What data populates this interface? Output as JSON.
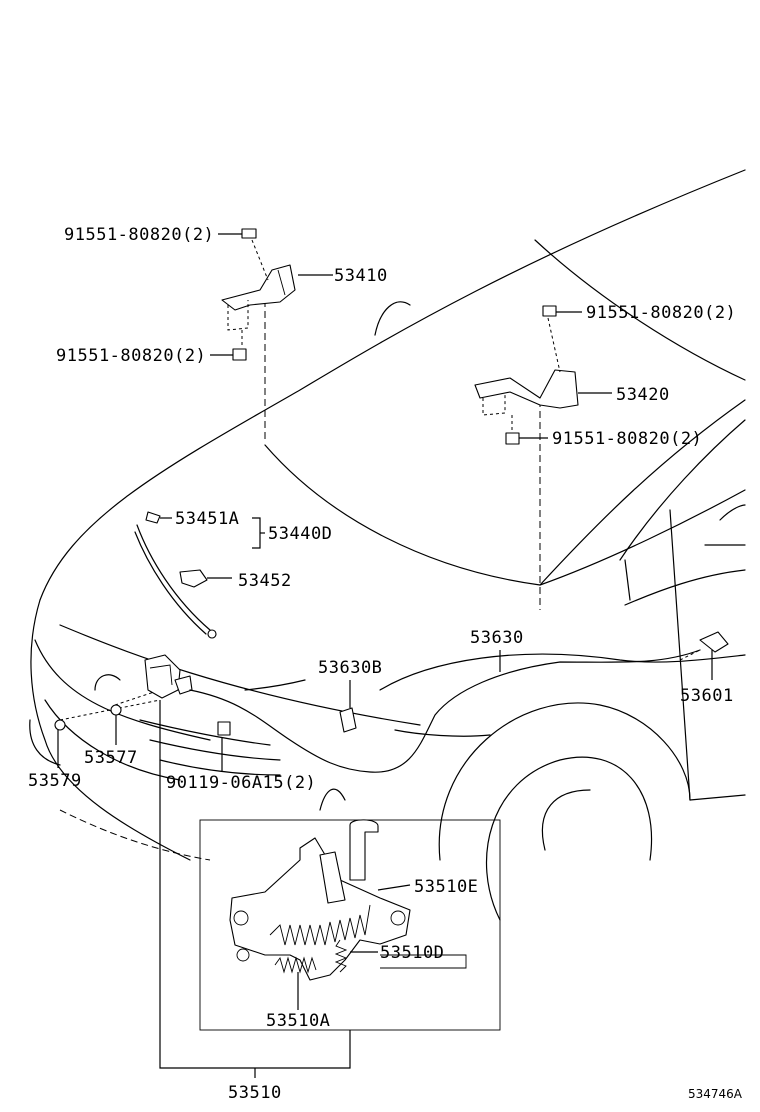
{
  "labels": {
    "bolt_top_left": "91551-80820(2)",
    "hinge_left": "53410",
    "bolt_mid_left": "91551-80820(2)",
    "bolt_top_right": "91551-80820(2)",
    "hinge_right": "53420",
    "bolt_mid_right": "91551-80820(2)",
    "stay_end": "53451A",
    "stay_assy": "53440D",
    "stay_holder": "53452",
    "cable_clamp": "53630B",
    "release_cable": "53630",
    "release_lever": "53601",
    "cushion_left": "53579",
    "cushion_right": "53577",
    "latch_bolt": "90119-06A15(2)",
    "latch_spring_e": "53510E",
    "latch_spring_d": "53510D",
    "latch_spring_a": "53510A",
    "latch_assy": "53510",
    "diagram_id": "534746A"
  }
}
